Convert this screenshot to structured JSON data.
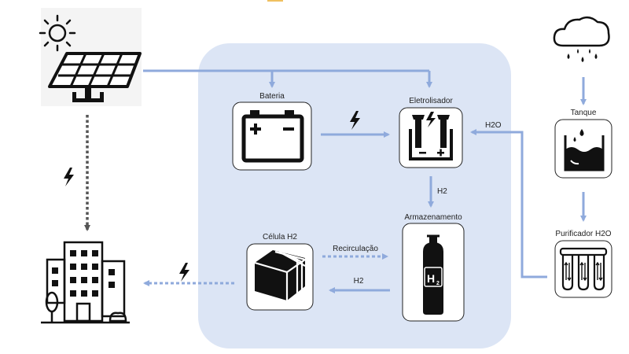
{
  "nodes": {
    "bateria": {
      "label": "Bateria"
    },
    "eletrolisador": {
      "label": "Eletrolisador"
    },
    "tanque": {
      "label": "Tanque"
    },
    "purificador": {
      "label": "Purificador H2O"
    },
    "armazenamento": {
      "label": "Armazenamento"
    },
    "celula": {
      "label": "Célula H2"
    },
    "cylinder_mark": "H",
    "cylinder_sub": "2"
  },
  "edges": {
    "h2o": "H2O",
    "h2_down": "H2",
    "recirculacao": "Recirculação",
    "h2_back": "H2"
  },
  "colors": {
    "panel": "#dce5f5",
    "flow": "#8faadc",
    "power": "#555555",
    "icon": "#111111"
  },
  "icons": [
    "sun-icon",
    "solar-panel-icon",
    "cloud-rain-icon",
    "buildings-icon",
    "battery-icon",
    "electrolyser-icon",
    "tank-icon",
    "purifier-icon",
    "hydrogen-cylinder-icon",
    "fuel-cell-icon",
    "lightning-icon"
  ]
}
